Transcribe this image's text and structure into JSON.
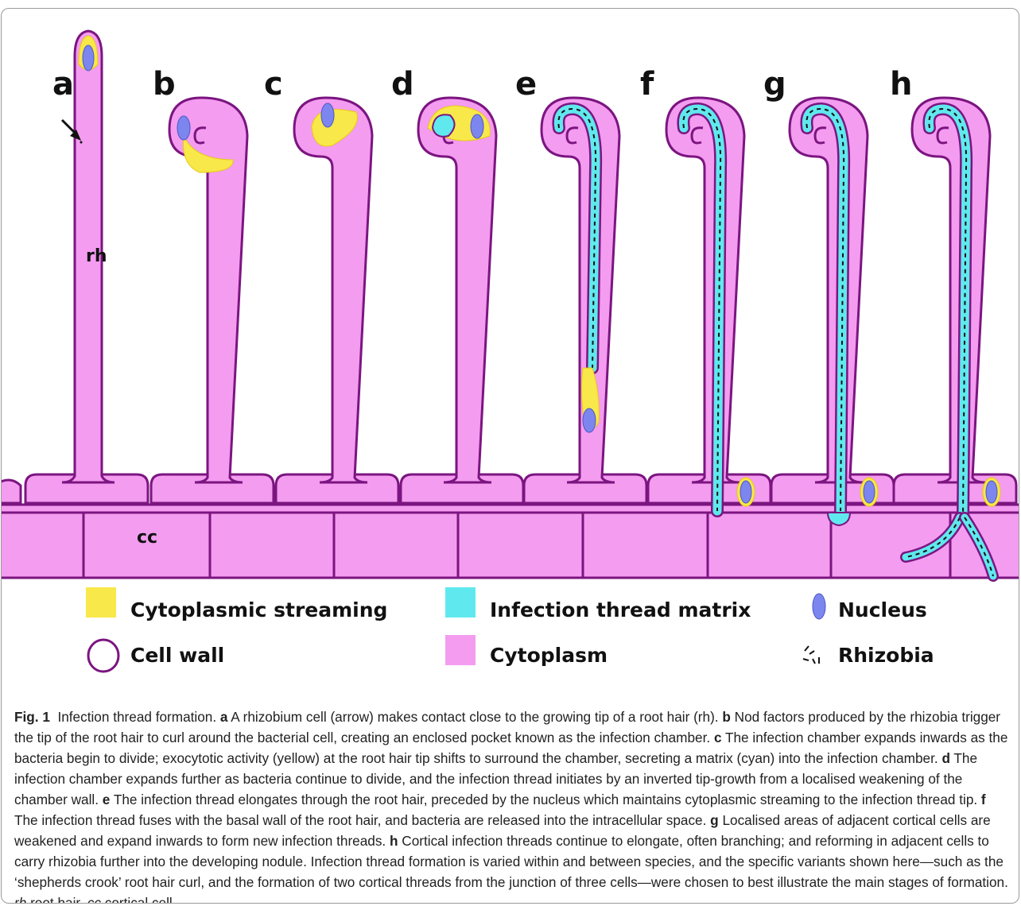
{
  "panel_labels": [
    "a",
    "b",
    "c",
    "d",
    "e",
    "f",
    "g",
    "h"
  ],
  "diagram_labels": {
    "root_hair": "rh",
    "cortical_cell": "cc"
  },
  "legend": [
    {
      "label": "Cytoplasmic streaming",
      "swatch": "yellow",
      "color": "#f8e84a"
    },
    {
      "label": "Infection thread matrix",
      "swatch": "cyan",
      "color": "#5fe9ee"
    },
    {
      "label": "Nucleus",
      "swatch": "nucleus",
      "color": "#7d86ee"
    },
    {
      "label": "Cell wall",
      "swatch": "wall",
      "color": "#7b1580"
    },
    {
      "label": "Cytoplasm",
      "swatch": "pink",
      "color": "#f49cf0"
    },
    {
      "label": "Rhizobia",
      "swatch": "rhizobia",
      "color": "#111111"
    }
  ],
  "caption": {
    "fig_label": "Fig. 1",
    "title": "Infection thread formation.",
    "parts": [
      {
        "letter": "a",
        "text": "A rhizobium cell (arrow) makes contact close to the growing tip of a root hair (rh)."
      },
      {
        "letter": "b",
        "text": "Nod factors produced by the rhizobia trigger the tip of the root hair to curl around the bacterial cell, creating an enclosed pocket known as the infection chamber."
      },
      {
        "letter": "c",
        "text": "The infection chamber expands inwards as the bacteria begin to divide; exocytotic activity (yellow) at the root hair tip shifts to surround the chamber, secreting a matrix (cyan) into the infection chamber."
      },
      {
        "letter": "d",
        "text": "The infection chamber expands further as bacteria continue to divide, and the infection thread initiates by an inverted tip-growth from a localised weakening of the chamber wall."
      },
      {
        "letter": "e",
        "text": "The infection thread elongates through the root hair, preceded by the nucleus which maintains cytoplasmic streaming to the infection thread tip."
      },
      {
        "letter": "f",
        "text": "The infection thread fuses with the basal wall of the root hair, and bacteria are released into the intracellular space."
      },
      {
        "letter": "g",
        "text": "Localised areas of adjacent cortical cells are weakened and expand inwards to form new infection threads."
      },
      {
        "letter": "h",
        "text": "Cortical infection threads continue to elongate, often branching; and reforming in adjacent cells to carry rhizobia further into the developing nodule. Infection thread formation is varied within and between species, and the specific variants shown here—such as the ‘shepherds crook’ root hair curl, and the formation of two cortical threads from the junction of three cells—were chosen to best illustrate the main stages of formation."
      }
    ],
    "abbrev_1_term": "rh",
    "abbrev_1_def": "root hair,",
    "abbrev_2_term": "cc",
    "abbrev_2_def": "cortical cell"
  }
}
